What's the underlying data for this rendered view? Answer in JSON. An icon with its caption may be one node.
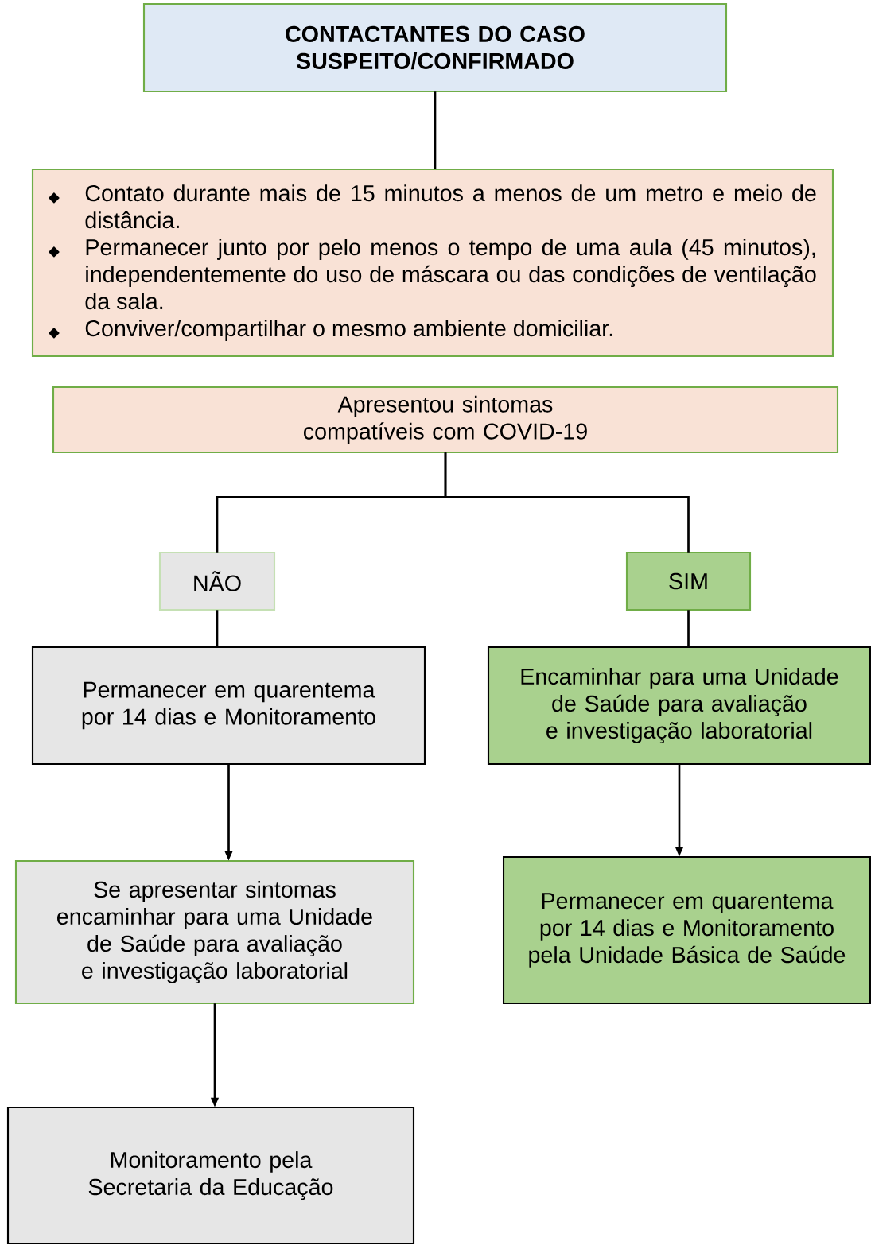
{
  "diagram": {
    "nodes": [
      {
        "text": [
          "CONTACTANTES DO CASO SUSPEITO/CONFIRMADO"
        ]
      },
      {
        "text": [
          "Contato durante mais de 15 minutos a menos de um metro e meio de distância.",
          "Permanecer junto por pelo menos o tempo de uma aula (45 minutos), independentemente do uso de máscara ou das condições de ventilação da sala.",
          "Conviver/compartilhar o mesmo ambiente domiciliar."
        ]
      },
      {
        "text": [
          "Apresentou sintomas compatíveis com COVID-19"
        ]
      },
      {
        "text": [
          "NÃO"
        ]
      },
      {
        "text": [
          "SIM"
        ]
      },
      {
        "text": [
          "Permanecer em quarentema por 14 dias e Monitoramento"
        ]
      },
      {
        "text": [
          "Encaminhar para uma Unidade de Saúde para avaliação e investigação laboratorial"
        ]
      },
      {
        "text": [
          "Se apresentar sintomas encaminhar para uma Unidade de Saúde para avaliação e investigação laboratorial"
        ]
      },
      {
        "text": [
          "Permanecer em quarentema por 14 dias e Monitoramento pela Unidade Básica de Saúde"
        ]
      },
      {
        "text": [
          "Monitoramento pela Secretaria da Educação"
        ]
      }
    ],
    "edges": [
      {
        "from": 0,
        "to": 1,
        "arrow": "none"
      },
      {
        "from": 2,
        "to": 3,
        "arrow": "none"
      },
      {
        "from": 2,
        "to": 4,
        "arrow": "none"
      },
      {
        "from": 3,
        "to": 5,
        "arrow": "none"
      },
      {
        "from": 4,
        "to": 6,
        "arrow": "none"
      },
      {
        "from": 5,
        "to": 7,
        "arrow": "to"
      },
      {
        "from": 6,
        "to": 8,
        "arrow": "to"
      },
      {
        "from": 7,
        "to": 9,
        "arrow": "to"
      }
    ]
  }
}
